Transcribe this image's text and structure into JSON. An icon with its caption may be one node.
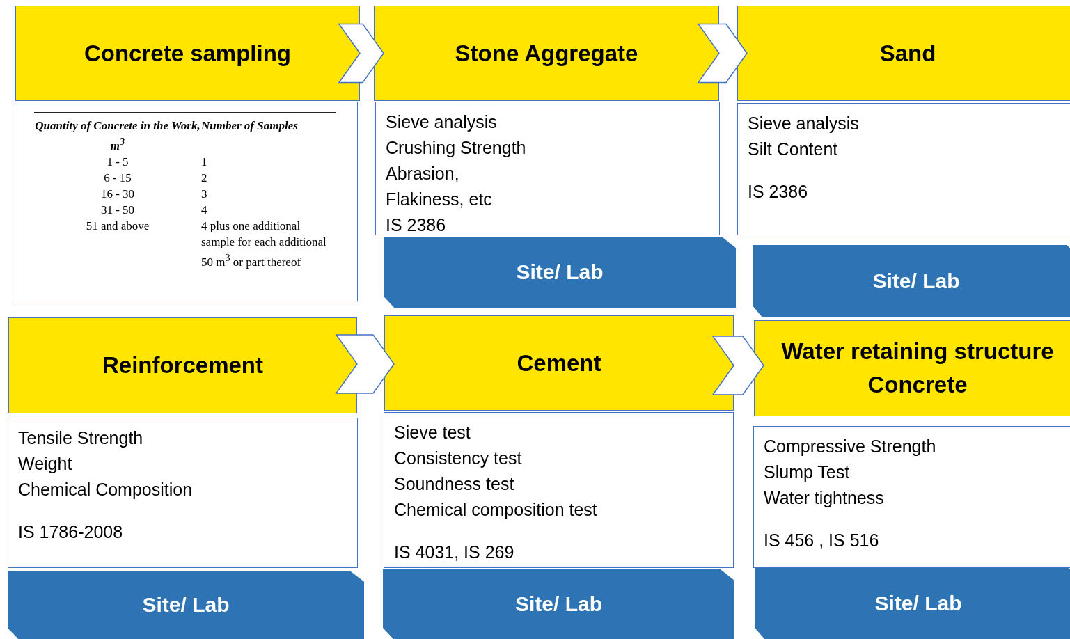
{
  "diagram": {
    "nodes": [
      {
        "text": [
          "Concrete sampling"
        ]
      },
      {
        "text": [
          "Quantity of Concrete in the Work, m$^{3}$",
          "Number of Samples",
          "1 - 5",
          "1",
          "6 - 15",
          "2",
          "16 - 30",
          "3",
          "31 - 50",
          "4",
          "51 and above",
          "4  plus one additional sample for each additional 50 m$^{3}$ or part thereof"
        ]
      },
      {
        "text": [
          "Stone Aggregate"
        ]
      },
      {
        "text": [
          "Sieve analysis",
          "Crushing Strength",
          "Abrasion,",
          "Flakiness, etc",
          "IS 2386"
        ]
      },
      {
        "text": [
          "Site/ Lab"
        ]
      },
      {
        "text": [
          "Sand"
        ]
      },
      {
        "text": [
          "Sieve analysis",
          "Silt Content",
          "IS 2386"
        ]
      },
      {
        "text": [
          "Site/ Lab"
        ]
      },
      {
        "text": [
          "Reinforcement"
        ]
      },
      {
        "text": [
          "Tensile Strength",
          "Weight",
          "Chemical Composition",
          "IS 1786-2008"
        ]
      },
      {
        "text": [
          "Site/ Lab"
        ]
      },
      {
        "text": [
          "Cement"
        ]
      },
      {
        "text": [
          "Sieve test",
          "Consistency test",
          "Soundness test",
          "Chemical composition test",
          "IS 4031, IS 269"
        ]
      },
      {
        "text": [
          "Site/ Lab"
        ]
      },
      {
        "text": [
          "Water retaining structure Concrete"
        ]
      },
      {
        "text": [
          "Compressive Strength",
          "Slump Test",
          "Water tightness",
          "IS 456  , IS 516"
        ]
      },
      {
        "text": [
          "Site/ Lab"
        ]
      }
    ],
    "edges": [
      {
        "from": 0,
        "to": 2,
        "arrow": "to"
      },
      {
        "from": 2,
        "to": 5,
        "arrow": "to"
      },
      {
        "from": 8,
        "to": 11,
        "arrow": "to"
      },
      {
        "from": 11,
        "to": 14,
        "arrow": "to"
      }
    ]
  }
}
